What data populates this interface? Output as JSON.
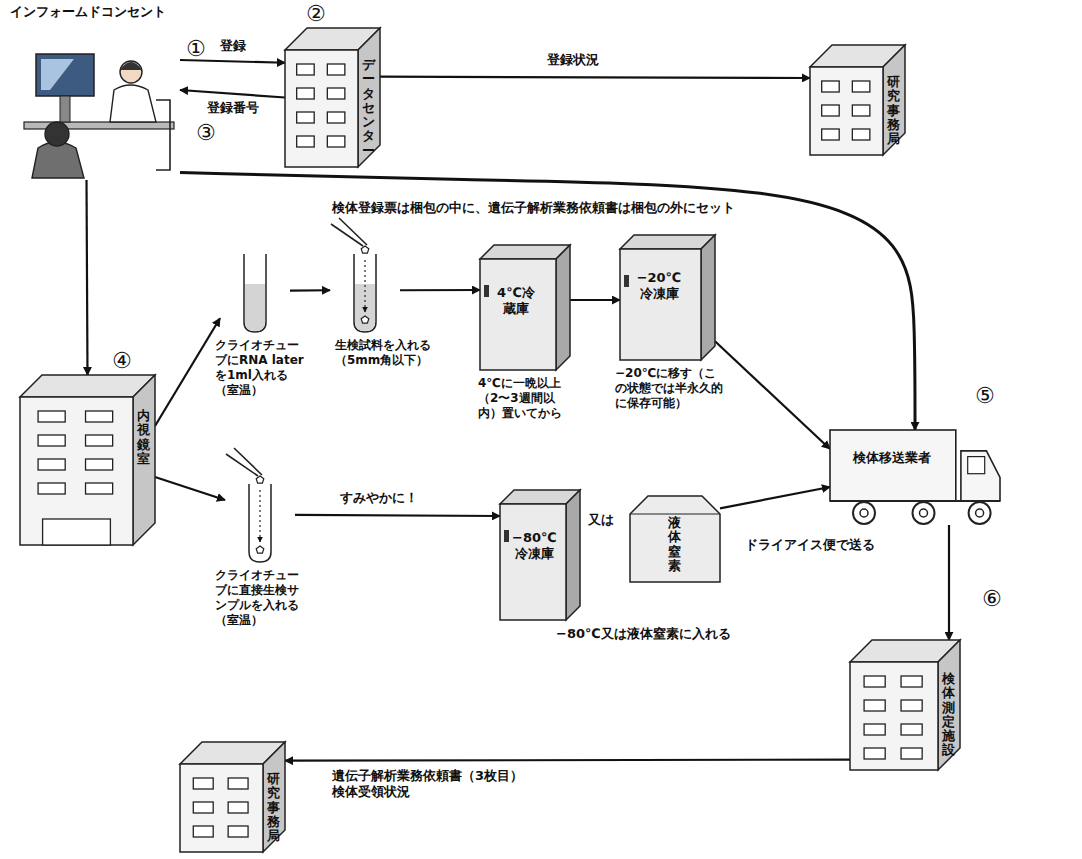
{
  "diagram": {
    "nodes": [
      {
        "text": [
          "インフォームドコンセント"
        ]
      },
      {
        "text": [
          "データセンター"
        ]
      },
      {
        "text": [
          "研究事務局"
        ]
      },
      {
        "text": [
          "内視鏡室"
        ]
      },
      {
        "text": [
          "クライオチューブにRNA laterを1ml入れる（室温）"
        ]
      },
      {
        "text": [
          "生検試料を入れる（5mm角以下）"
        ]
      },
      {
        "text": [
          "4℃冷蔵庫",
          "4℃に一晩以上（2〜3週間以内）置いてから"
        ]
      },
      {
        "text": [
          "−20℃冷凍庫",
          "−20℃に移す（この状態では半永久的に保存可能）"
        ]
      },
      {
        "text": [
          "クライオチューブに直接生検サンプルを入れる（室温）"
        ]
      },
      {
        "text": [
          "−80℃冷凍庫"
        ]
      },
      {
        "text": [
          "液体窒素"
        ]
      },
      {
        "text": [
          "検体移送業者",
          "ドライアイス便で送る"
        ]
      },
      {
        "text": [
          "検体測定施設"
        ]
      },
      {
        "text": [
          "研究事務局"
        ]
      }
    ],
    "edges": [
      {
        "from": 0,
        "to": 1,
        "label": "登録",
        "arrow": "to"
      },
      {
        "from": 1,
        "to": 0,
        "label": "登録番号",
        "arrow": "to"
      },
      {
        "from": 1,
        "to": 2,
        "label": "登録状況",
        "arrow": "to"
      },
      {
        "from": 0,
        "to": 11,
        "label": "検体登録票は梱包の中に、遺伝子解析業務依頼書は梱包の外にセット",
        "arrow": "to"
      },
      {
        "from": 0,
        "to": 3,
        "arrow": "to"
      },
      {
        "from": 3,
        "to": 4,
        "arrow": "to"
      },
      {
        "from": 3,
        "to": 8,
        "arrow": "to"
      },
      {
        "from": 4,
        "to": 5,
        "arrow": "to"
      },
      {
        "from": 5,
        "to": 6,
        "arrow": "to"
      },
      {
        "from": 6,
        "to": 7,
        "arrow": "to"
      },
      {
        "from": 7,
        "to": 11,
        "arrow": "to"
      },
      {
        "from": 10,
        "to": 11,
        "arrow": "to"
      },
      {
        "from": 8,
        "to": 9,
        "label": "すみやかに！",
        "arrow": "to"
      },
      {
        "from": 11,
        "to": 12,
        "arrow": "to"
      },
      {
        "from": 12,
        "to": 13,
        "label": "遺伝子解析業務依頼書（3枚目） 検体受領状況",
        "arrow": "to"
      }
    ],
    "labels": [
      "①",
      "②",
      "③",
      "④",
      "⑤",
      "⑥",
      "又は",
      "−80℃又は液体窒素に入れる"
    ]
  }
}
